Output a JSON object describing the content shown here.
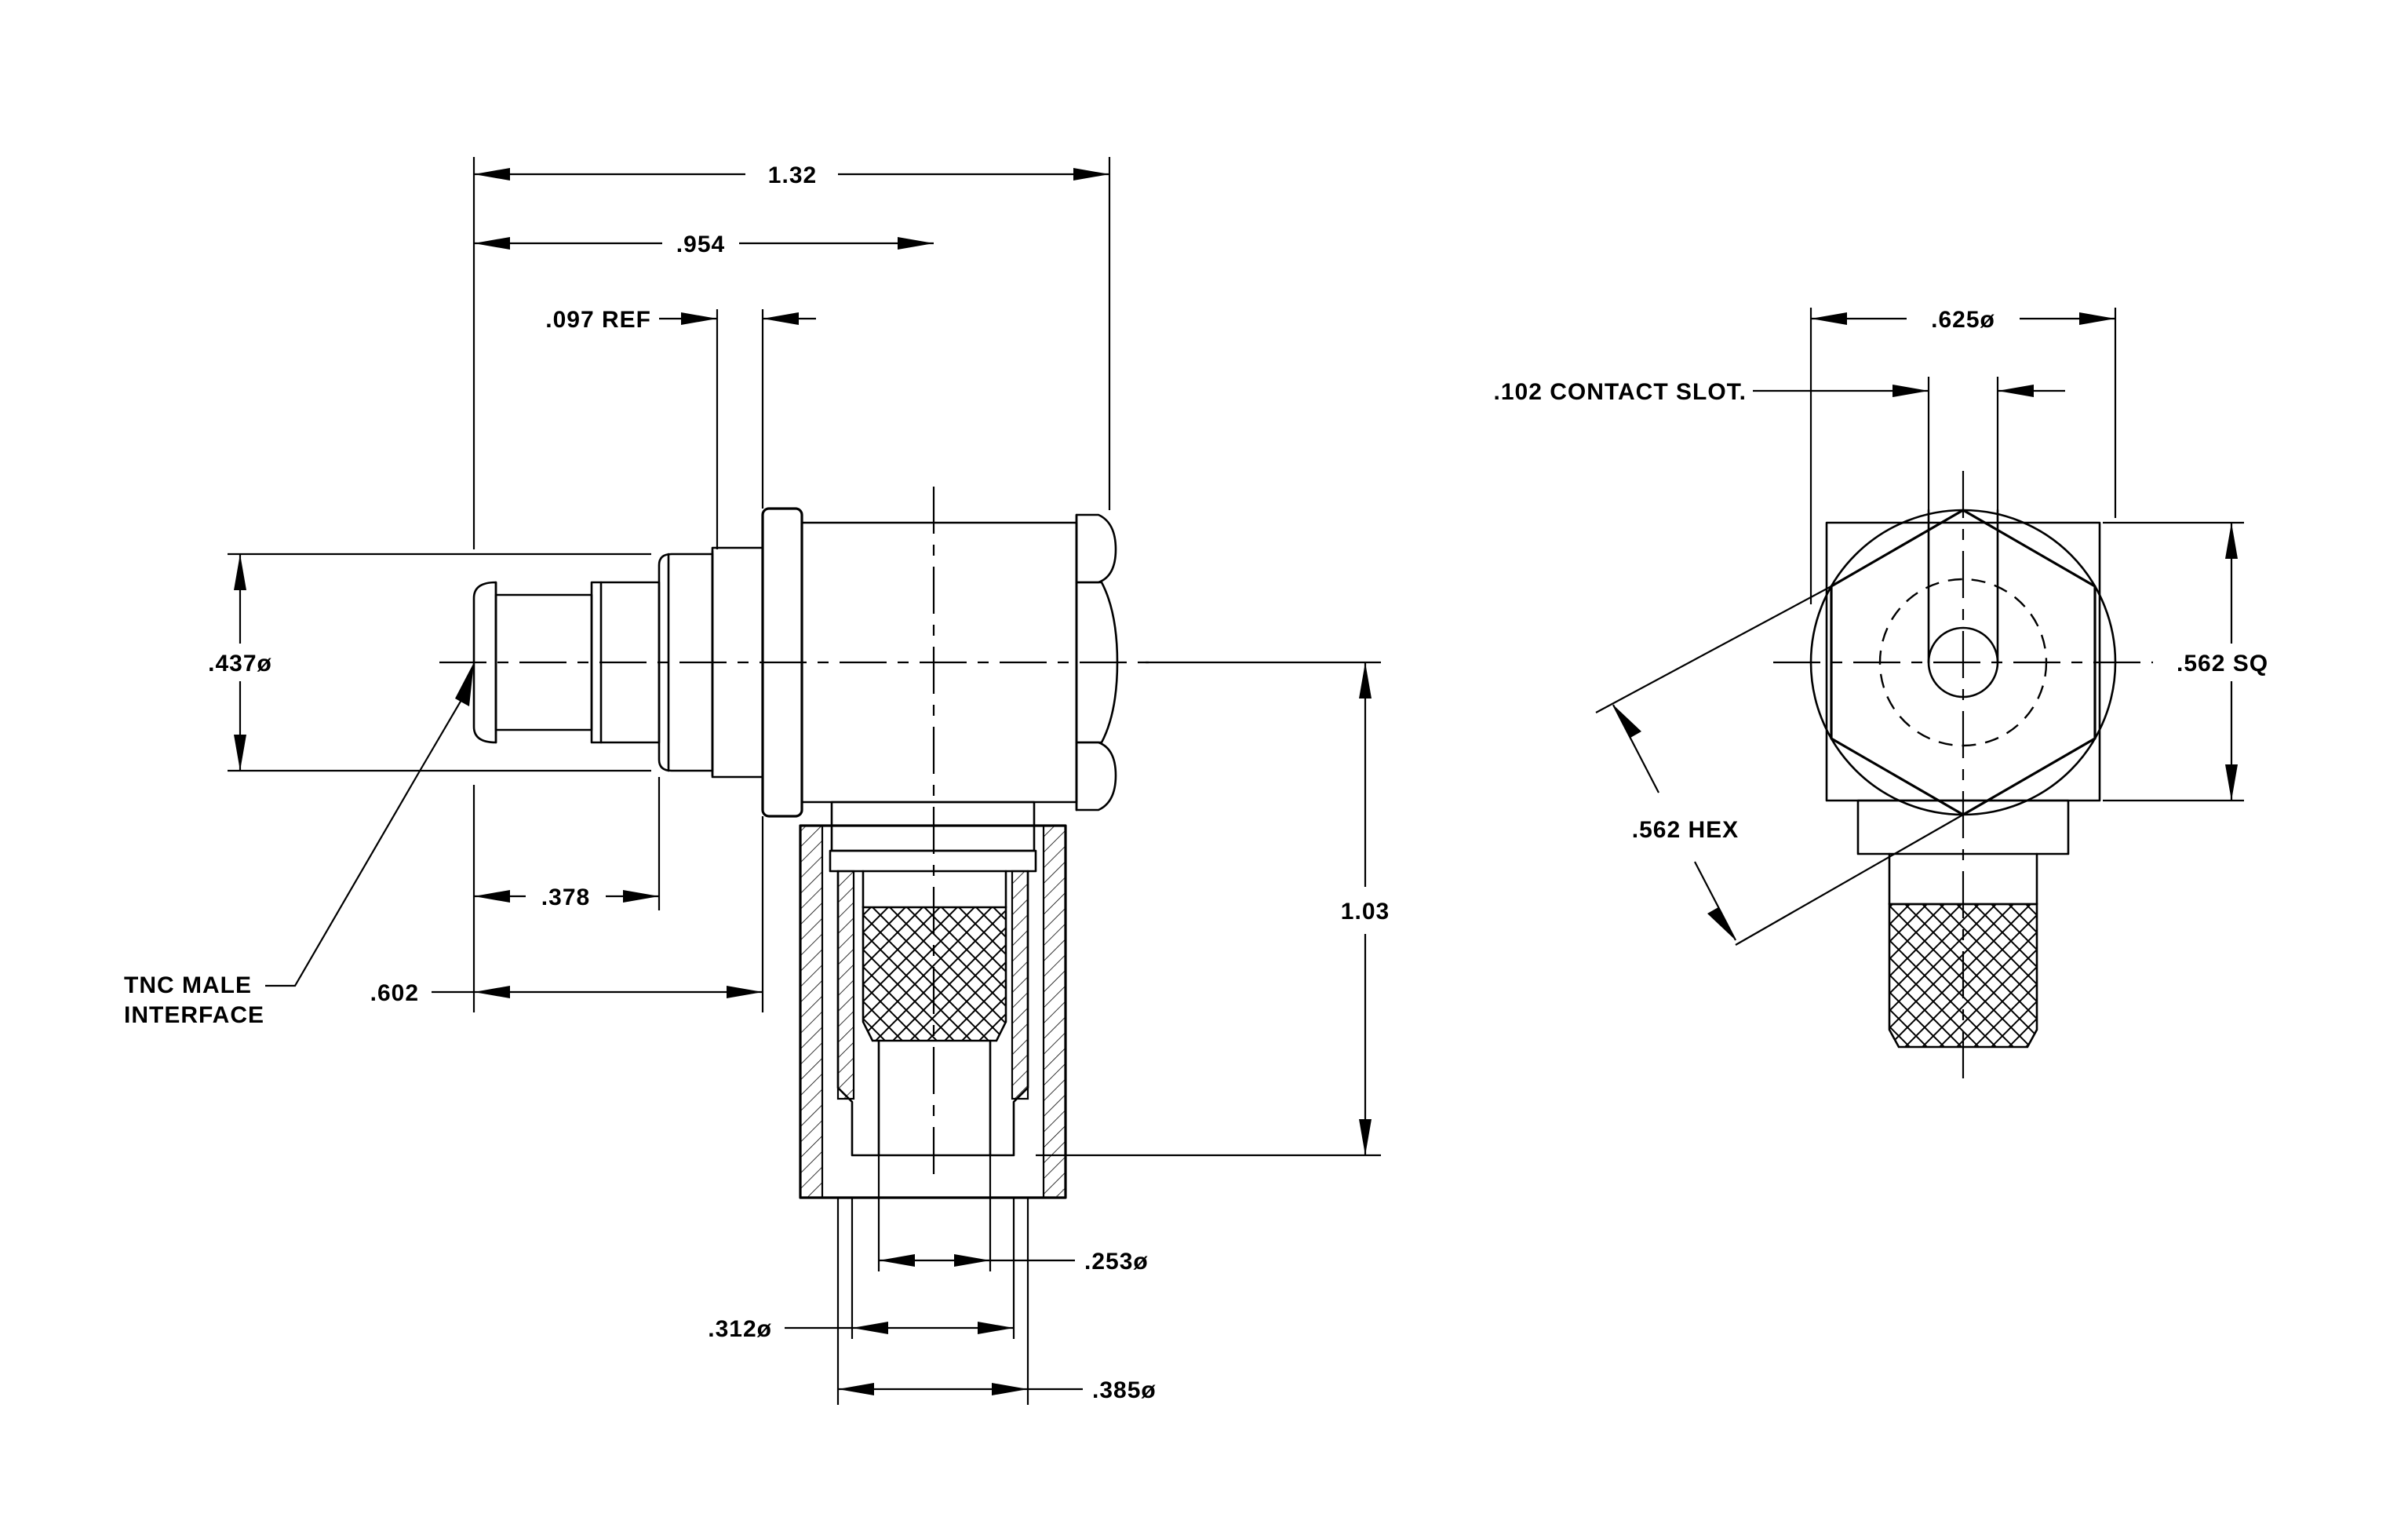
{
  "side_view": {
    "dim_overall_length": "1.32",
    "dim_centerline": ".954",
    "dim_flange_ref": ".097 REF",
    "dim_interface_dia": ".437ø",
    "dim_interface_length": ".378",
    "dim_body_length": ".602",
    "dim_height": "1.03",
    "dim_inner_dia": ".253ø",
    "dim_ferrule_dia": ".312ø",
    "dim_outer_dia": ".385ø",
    "callout_line1": "TNC MALE",
    "callout_line2": "INTERFACE"
  },
  "end_view": {
    "dim_hex_dia": ".625ø",
    "dim_contact_slot": ".102 CONTACT SLOT.",
    "dim_square": ".562 SQ",
    "dim_hex": ".562 HEX"
  }
}
